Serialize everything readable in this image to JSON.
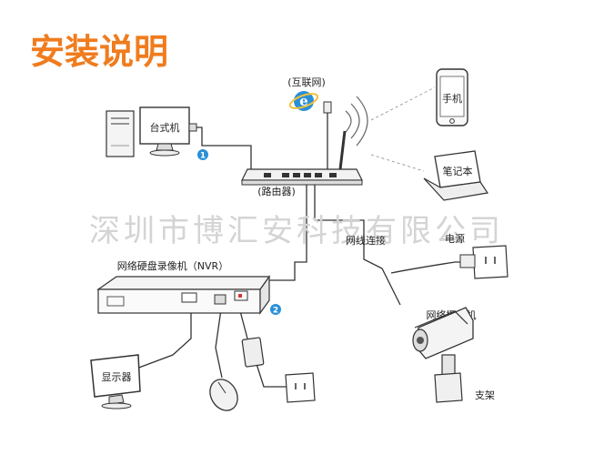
{
  "title": "安装说明",
  "watermark": "深圳市博汇安科技有限公司",
  "labels": {
    "internet": "(互联网)",
    "phone": "手机",
    "desktop": "台式机",
    "router": "(路由器)",
    "laptop": "笔记本",
    "nvr": "网络硬盘录像机（NVR）",
    "network_connect": "网线连接",
    "power": "电源",
    "ip_camera": "网络摄像机",
    "monitor": "显示器",
    "bracket": "支架"
  },
  "steps": [
    "1",
    "2"
  ],
  "colors": {
    "title": "#f07c1e",
    "accent": "#2a8fd6",
    "line": "#333333",
    "watermark": "#d4d4d4"
  }
}
